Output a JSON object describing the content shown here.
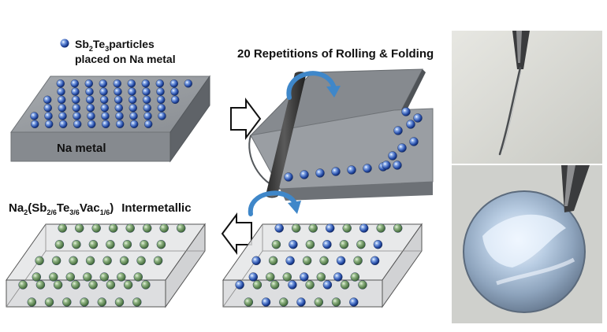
{
  "legend": {
    "formula_base": "Sb",
    "formula_sub1": "2",
    "formula_mid": "Te",
    "formula_sub2": "3",
    "line1_rest": "particles",
    "line2": "placed on Na metal"
  },
  "step_title": "20 Repetitions of Rolling & Folding",
  "slab_label": "Na metal",
  "product": {
    "p1": "Na",
    "s1": "2",
    "p2": "(Sb",
    "s2": "2/6",
    "p3": "Te",
    "s3": "3/6",
    "p4": "Vac",
    "s4": "1/6",
    "p5": ")",
    "suffix": "Intermetallic"
  },
  "colors": {
    "blue_particle": "#2f56b0",
    "green_particle": "#6f9a62",
    "slab_gray": "#8a8e93",
    "arrow_blue": "#3f87c9"
  }
}
